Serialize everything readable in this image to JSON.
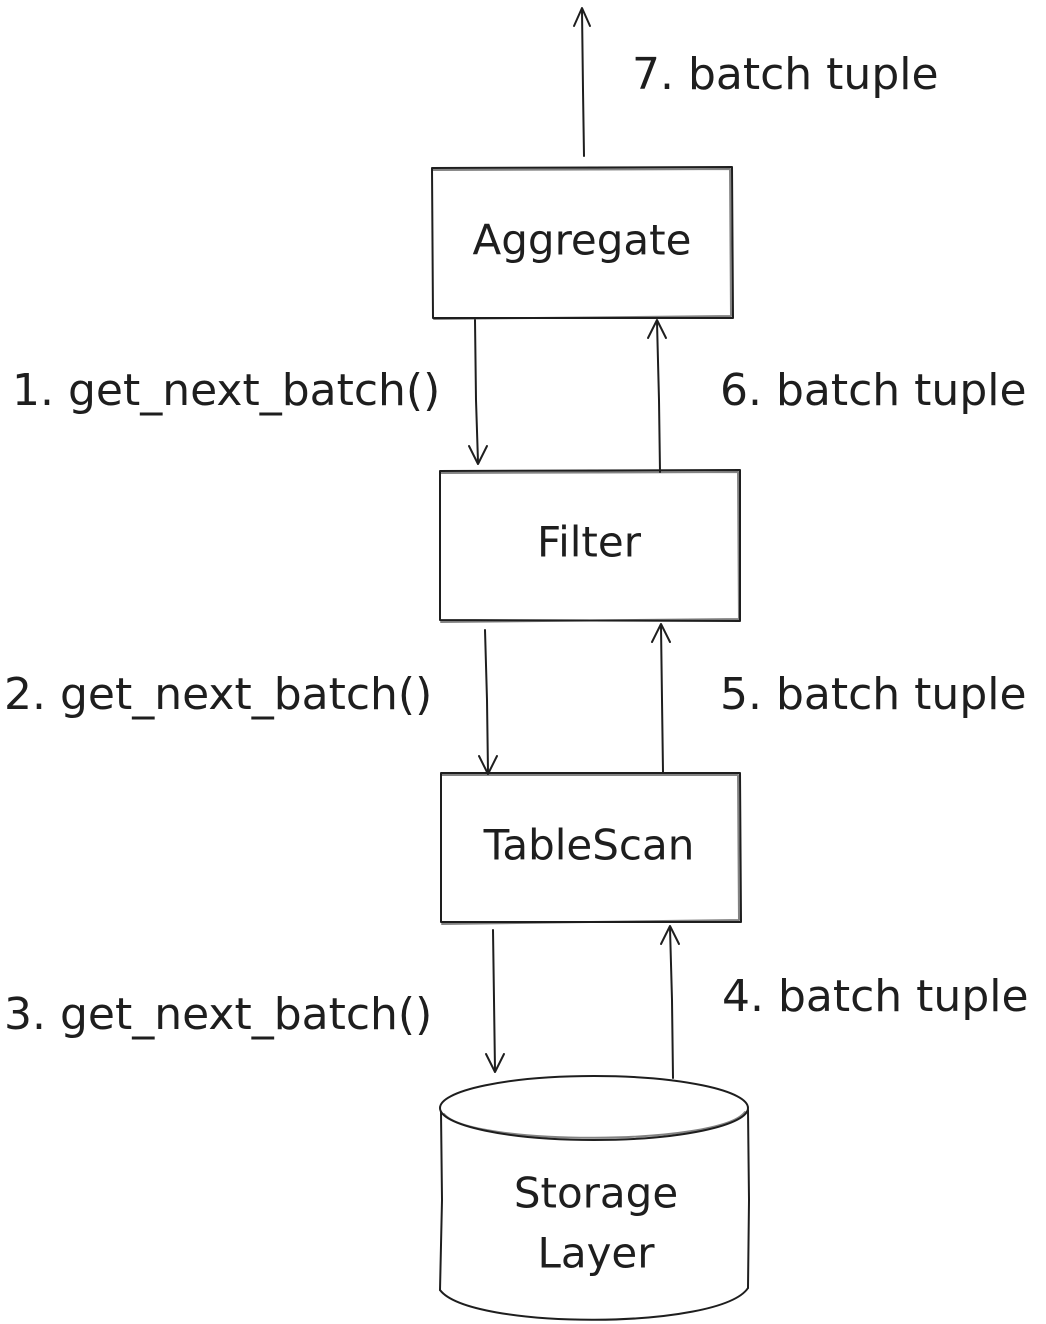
{
  "nodes": {
    "aggregate": "Aggregate",
    "filter": "Filter",
    "tablescan": "TableScan",
    "storage_line1": "Storage",
    "storage_line2": "Layer"
  },
  "edges": {
    "call_1": "1. get_next_batch()",
    "call_2": "2. get_next_batch()",
    "call_3": "3. get_next_batch()",
    "return_4": "4. batch tuple",
    "return_5": "5. batch tuple",
    "return_6": "6. batch tuple",
    "return_7": "7. batch tuple"
  }
}
